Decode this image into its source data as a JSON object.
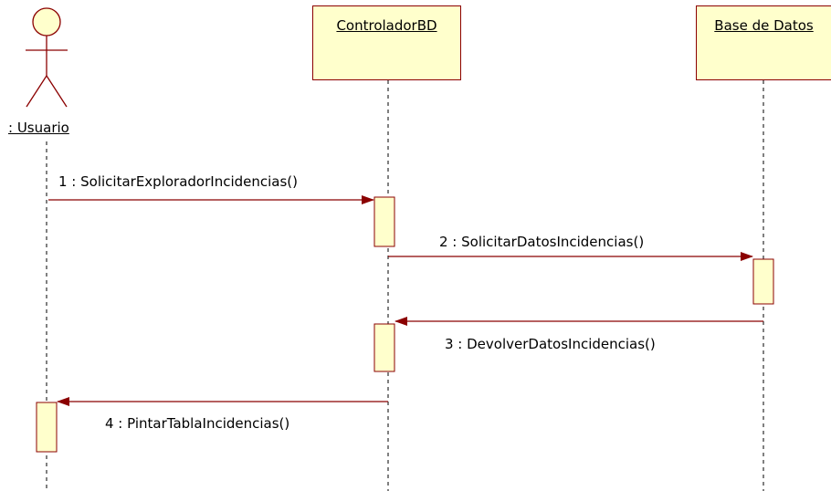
{
  "participants": [
    {
      "id": "usuario",
      "label": ": Usuario",
      "kind": "actor"
    },
    {
      "id": "controlador",
      "label": "ControladorBD",
      "kind": "object"
    },
    {
      "id": "bd",
      "label": "Base de Datos",
      "kind": "object"
    }
  ],
  "messages": [
    {
      "label": "1 : SolicitarExploradorIncidencias()",
      "from": "usuario",
      "to": "controlador"
    },
    {
      "label": "2 : SolicitarDatosIncidencias()",
      "from": "controlador",
      "to": "bd"
    },
    {
      "label": "3 : DevolverDatosIncidencias()",
      "from": "bd",
      "to": "controlador"
    },
    {
      "label": "4 : PintarTablaIncidencias()",
      "from": "controlador",
      "to": "usuario"
    }
  ],
  "colors": {
    "box_fill": "#ffffcc",
    "border": "#8b0000",
    "arrow": "#8b0000",
    "lifeline": "#000000"
  }
}
